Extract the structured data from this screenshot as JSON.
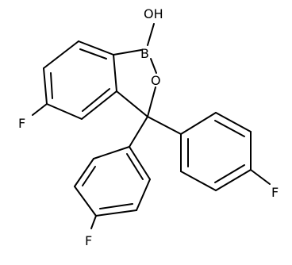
{
  "molecule": {
    "atoms": {
      "hydroxyl": "OH",
      "boron": "B",
      "ring_oxygen": "O",
      "fluorine_benzo": "F",
      "fluorine_right": "F",
      "fluorine_bottom": "F"
    }
  },
  "colors": {
    "bond": "#000000",
    "label": "#000000",
    "background": "#ffffff"
  }
}
